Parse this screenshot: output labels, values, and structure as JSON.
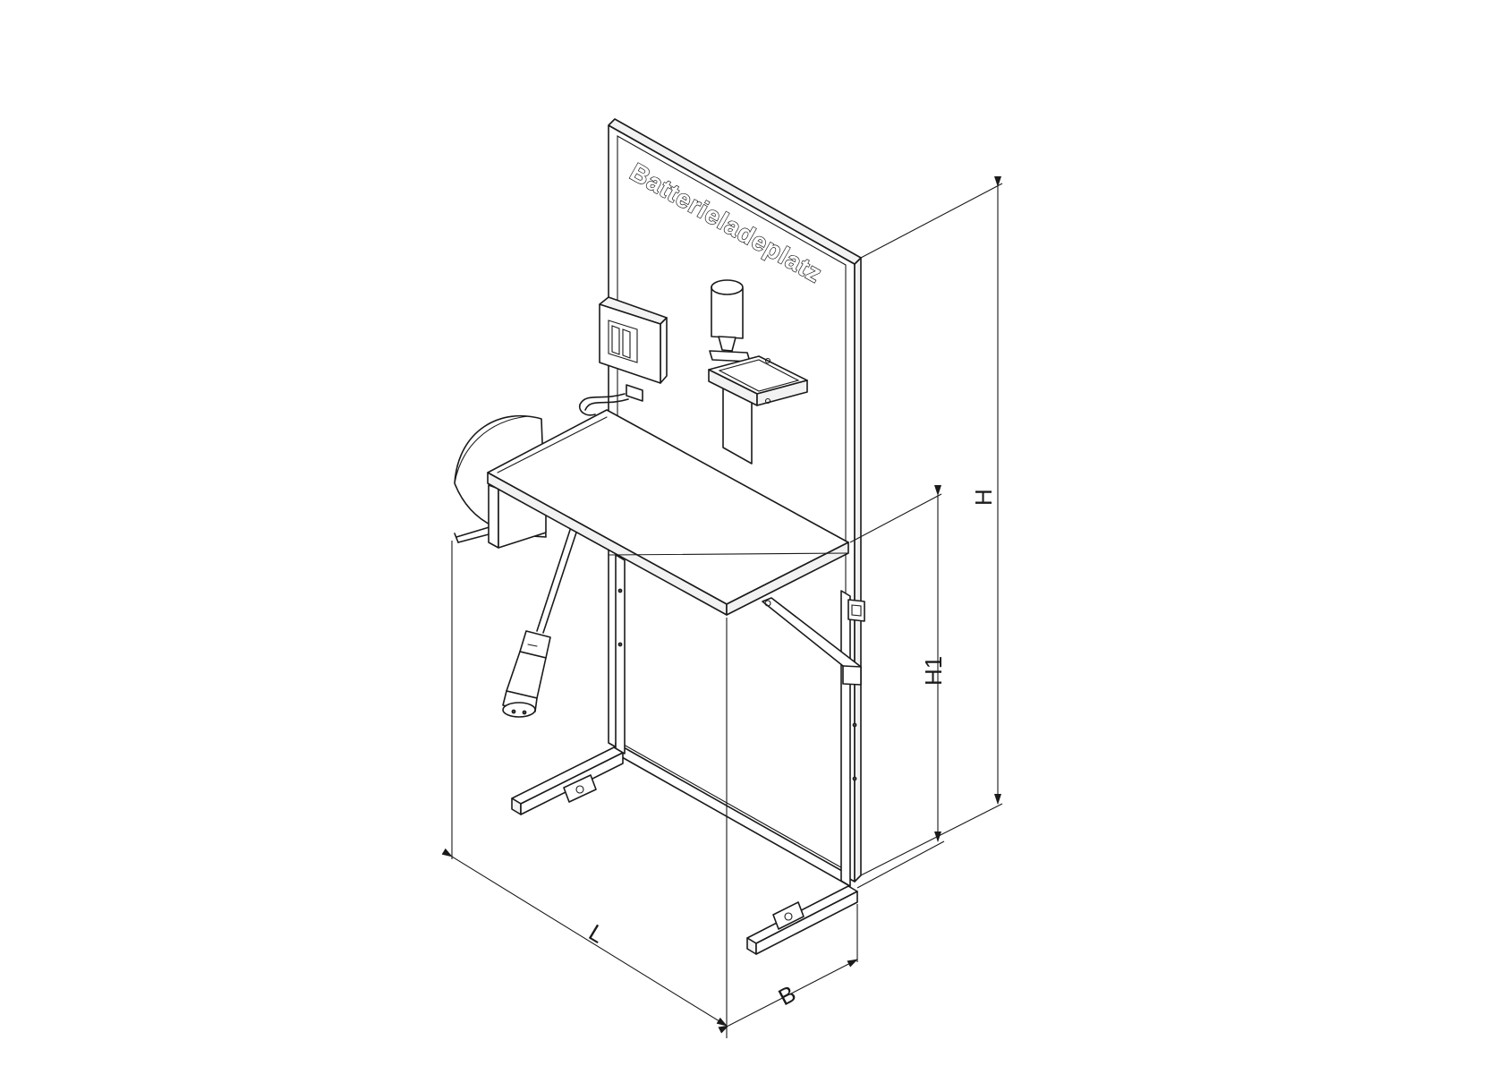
{
  "panel_title": "Batterieladeplatz",
  "dimensions": {
    "length": "L",
    "width": "B",
    "height": "H",
    "table_height": "H1"
  }
}
